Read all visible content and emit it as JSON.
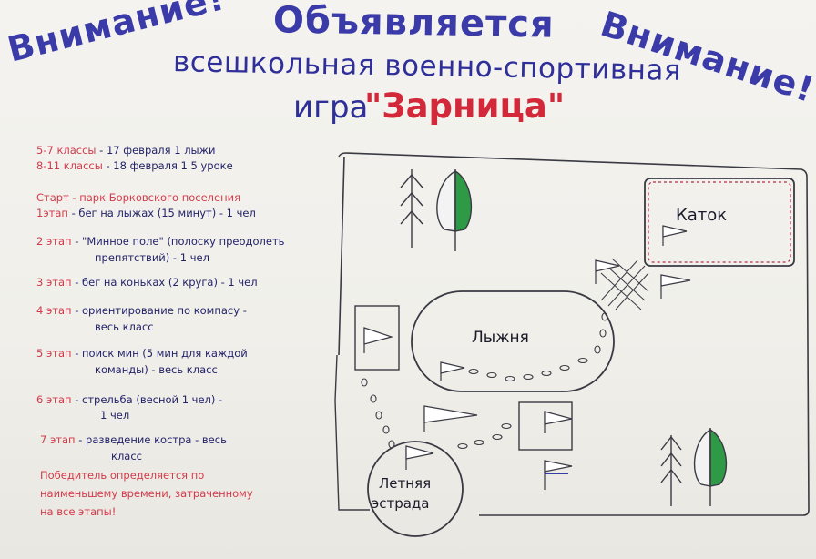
{
  "header": {
    "attention_left": "Внимание!",
    "announce": "Объявляется",
    "attention_right": "Внимание!",
    "subtitle": "всешкольная военно-спортивная",
    "game_word": "игра",
    "game_title": "\"Зарница\""
  },
  "schedule": {
    "line1_grades": "5-7 классы",
    "line1_date": "- 17 февраля 1 лыжи",
    "line2_grades": "8-11 классы",
    "line2_date": "- 18 февраля 1 5 уроке",
    "start": "Старт - парк Борковского поселения",
    "stage1_label": "1этап",
    "stage1_text": "- бег на лыжах (15 минут) - 1 чел",
    "stage2_label": "2 этап",
    "stage2_text": "- \"Минное поле\" (полоску преодолеть",
    "stage2_text_cont": "препятствий) - 1 чел",
    "stage3_label": "3 этап",
    "stage3_text": "- бег на коньках (2 круга) - 1 чел",
    "stage4_label": "4 этап",
    "stage4_text": "- ориентирование по компасу -",
    "stage4_text_cont": "весь класс",
    "stage5_label": "5 этап",
    "stage5_text": "- поиск мин (5 мин для каждой",
    "stage5_text_cont": "команды) - весь класс",
    "stage6_label": "6 этап",
    "stage6_text": "- стрельба (весной 1 чел) -",
    "stage6_text_cont": "1 чел",
    "stage7_label": "7 этап",
    "stage7_text": "- разведение костра - весь",
    "stage7_text_cont": "класс",
    "footer1": "Победитель определяется по",
    "footer2": "наименьшему времени, затраченному",
    "footer3": "на все этапы!"
  },
  "map": {
    "rink_label": "Каток",
    "ski_label": "Лыжня",
    "stage_label": "Летняя",
    "stage_label2": "эстрада"
  }
}
